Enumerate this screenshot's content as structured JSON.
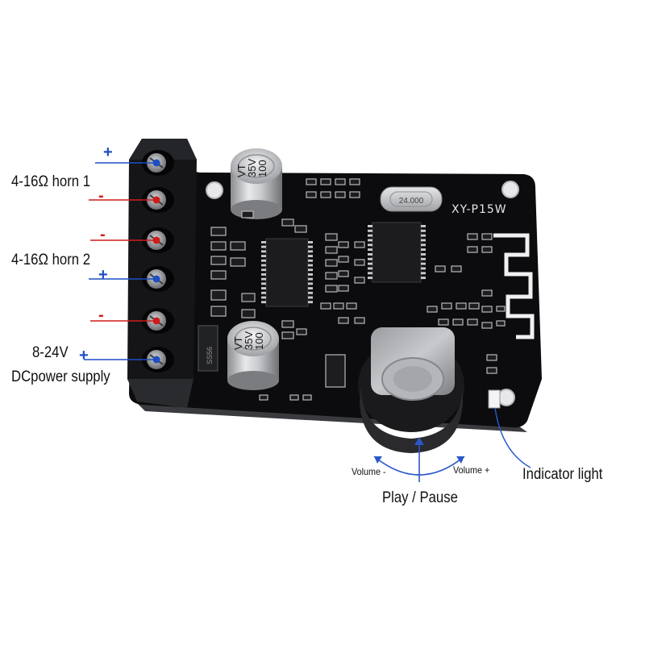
{
  "board": {
    "model": "XY-P15W",
    "crystal": "24.000",
    "capacitor_top": {
      "value": "100",
      "voltage": "35V",
      "series": "VT"
    },
    "capacitor_bottom": {
      "value": "100",
      "voltage": "35V",
      "series": "VT"
    },
    "inductor": "SS56"
  },
  "terminals": [
    {
      "sign": "+",
      "color": "#1d4fc4"
    },
    {
      "sign": "-",
      "color": "#d01c1c"
    },
    {
      "sign": "-",
      "color": "#d01c1c"
    },
    {
      "sign": "+",
      "color": "#1d4fc4"
    },
    {
      "sign": "-",
      "color": "#d01c1c"
    },
    {
      "sign": "+",
      "color": "#1d4fc4"
    }
  ],
  "labels": {
    "horn1": "4-16Ω horn 1",
    "horn2": "4-16Ω  horn 2",
    "power_voltage": "8-24V",
    "power_text": "DCpower supply",
    "volume_down": "Volume -",
    "volume_up": "Volume +",
    "play_pause": "Play / Pause",
    "indicator": "Indicator light"
  },
  "colors": {
    "positive": "#1d4fc4",
    "negative": "#d01c1c",
    "pcb": "#0c0c0e",
    "annotation_line": "#2a57c8"
  }
}
